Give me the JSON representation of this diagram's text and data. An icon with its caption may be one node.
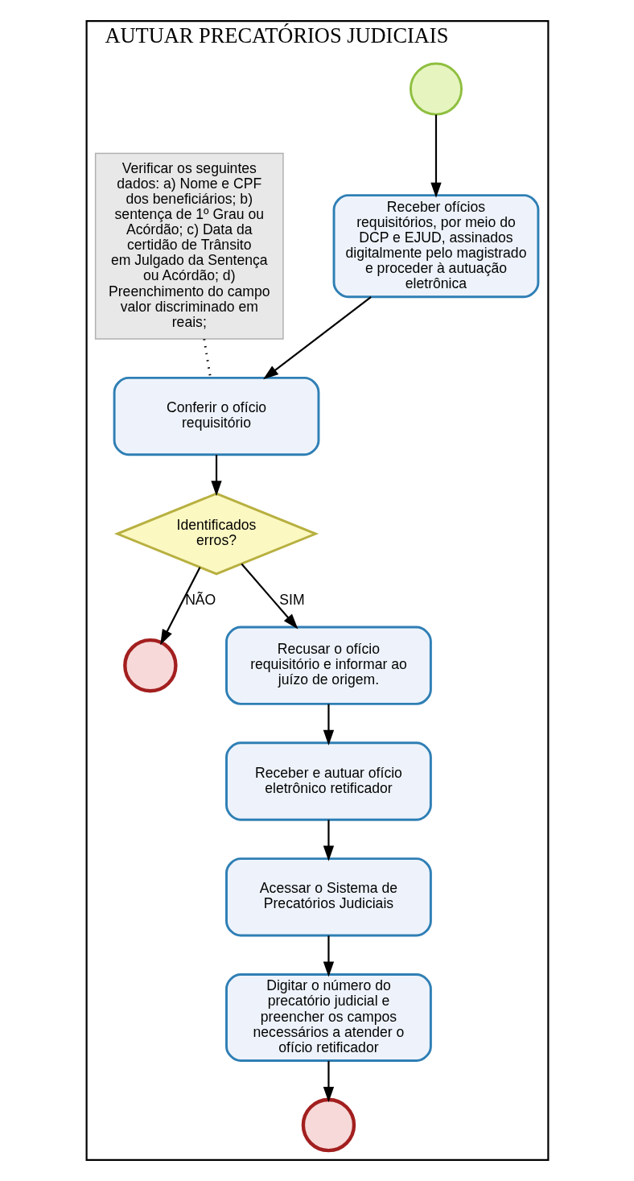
{
  "diagram": {
    "nodes": [
      {
        "text": [
          "AUTUAR PRECATÓRIOS JUDICIAIS"
        ]
      },
      {
        "text": [],
        "shape": "circle",
        "in": 0
      },
      {
        "text": [
          "Receber ofícios requisitórios, por meio do DCP e EJUD, assinados digitalmente pelo magistrado e proceder à autuação eletrônica"
        ],
        "in": 0
      },
      {
        "text": [
          "Verificar os seguintes dados: a) Nome e CPF dos beneficiários; b) sentença de 1º Grau ou Acórdão; c) Data da certidão de Trânsito em Julgado da Sentença ou Acórdão; d) Preenchimento do campo valor discriminado em reais;"
        ],
        "in": 0
      },
      {
        "text": [
          "Conferir o ofício requisitório"
        ],
        "in": 0
      },
      {
        "text": [
          "Identificados erros?"
        ],
        "in": 0
      },
      {
        "text": [],
        "shape": "circle",
        "in": 0
      },
      {
        "text": [
          "Recusar o ofício requisitório e informar ao juízo de origem."
        ],
        "in": 0
      },
      {
        "text": [
          "Receber e autuar ofício eletrônico retificador"
        ],
        "in": 0
      },
      {
        "text": [
          "Acessar o Sistema de Precatórios Judiciais"
        ],
        "in": 0
      },
      {
        "text": [
          "Digitar o número do precatório judicial e preencher os campos necessários a atender o ofício retificador"
        ],
        "in": 0
      },
      {
        "text": [],
        "shape": "circle",
        "in": 0
      }
    ],
    "edges": [
      {
        "from": 1,
        "to": 2,
        "arrow": "to"
      },
      {
        "from": 2,
        "to": 4,
        "arrow": "to"
      },
      {
        "from": 3,
        "to": 4,
        "arrow": "none",
        "style": "dashed"
      },
      {
        "from": 4,
        "to": 5,
        "arrow": "to"
      },
      {
        "from": 5,
        "to": 6,
        "arrow": "to",
        "label": "NÃO"
      },
      {
        "from": 5,
        "to": 7,
        "arrow": "to",
        "label": "SIM"
      },
      {
        "from": 7,
        "to": 8,
        "arrow": "to"
      },
      {
        "from": 8,
        "to": 9,
        "arrow": "to"
      },
      {
        "from": 9,
        "to": 10,
        "arrow": "to"
      },
      {
        "from": 10,
        "to": 11,
        "arrow": "to"
      }
    ]
  }
}
